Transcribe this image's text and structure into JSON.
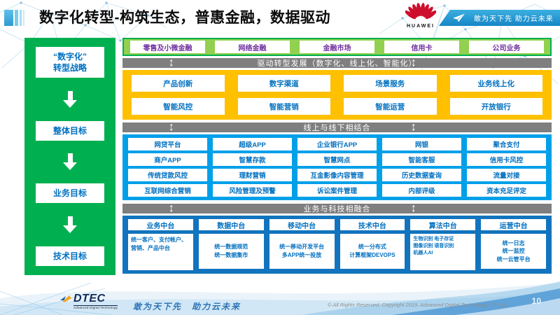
{
  "header": {
    "title": "数字化转型-构筑生态，普惠金融，数据驱动",
    "logo_text": "HUAWEI",
    "slogan": "敢为天下先 助力云未来"
  },
  "icons": {
    "updown": "↕"
  },
  "sidebar": {
    "strategy": "“数字化”\n转型战略",
    "goals": [
      "整体目标",
      "业务目标",
      "技术目标"
    ]
  },
  "main": {
    "business_lines": [
      "零售及小微金融",
      "网络金融",
      "金融市场",
      "信用卡",
      "公司业务"
    ],
    "banner_drive": "驱动转型发展（数字化、线上化、智能化）",
    "transform_rows": [
      [
        "产品创新",
        "数字渠道",
        "场景服务",
        "业务线上化"
      ],
      [
        "智能风控",
        "智能营销",
        "智能运营",
        "开放银行"
      ]
    ],
    "banner_online_offline": "线上与线下相结合",
    "channel_rows": [
      [
        "网贷平台",
        "超级APP",
        "企业银行APP",
        "网银",
        "聚合支付"
      ],
      [
        "商户APP",
        "智慧存款",
        "智慧网点",
        "智能客服",
        "信用卡风控"
      ],
      [
        "传统贷款风控",
        "理财营销",
        "互金影像内容管理",
        "历史数据查询",
        "流量对接"
      ],
      [
        "互联网综合营销",
        "风险管理及预警",
        "诉讼案件管理",
        "内部评级",
        "资本充足评定"
      ]
    ],
    "banner_tech": "业务与科技相融合",
    "platforms": [
      {
        "title": "业务中台",
        "detail": "统一客户、支付帐户、营销、产品中台"
      },
      {
        "title": "数据中台",
        "detail": "统一数据规范\n统一数据集市"
      },
      {
        "title": "移动中台",
        "detail": "统一移动开发平台\n多APP统一投放"
      },
      {
        "title": "技术中台",
        "detail": "统一分布式\n计算框架DEVOPS"
      },
      {
        "title": "算法中台",
        "detail": "生物识别 电子存证\n图像识别 语音识别\n机器人AI"
      },
      {
        "title": "运营中台",
        "detail": "统一日志\n统一监控\n统一云管平台"
      }
    ]
  },
  "footer": {
    "logo": "DTEC",
    "logo_sub": "Advanced Digital Technology",
    "slogan": "敢为天下先　助力云未来",
    "copyright": "© All Rights Reserved. Copyright 2019. Advanced Digital Technology CO.,Ltd",
    "page_number": "10"
  },
  "colors": {
    "sidebar_green": "#00B050",
    "light_green": "#92D050",
    "banner_gray": "#7F7F7F",
    "yellow": "#FFC000",
    "sky_blue": "#00A0E9",
    "deep_blue": "#1274BE",
    "box_text_blue": "#0070C0",
    "purple_text": "#7030A0",
    "huawei_red": "#CE0E2D"
  }
}
